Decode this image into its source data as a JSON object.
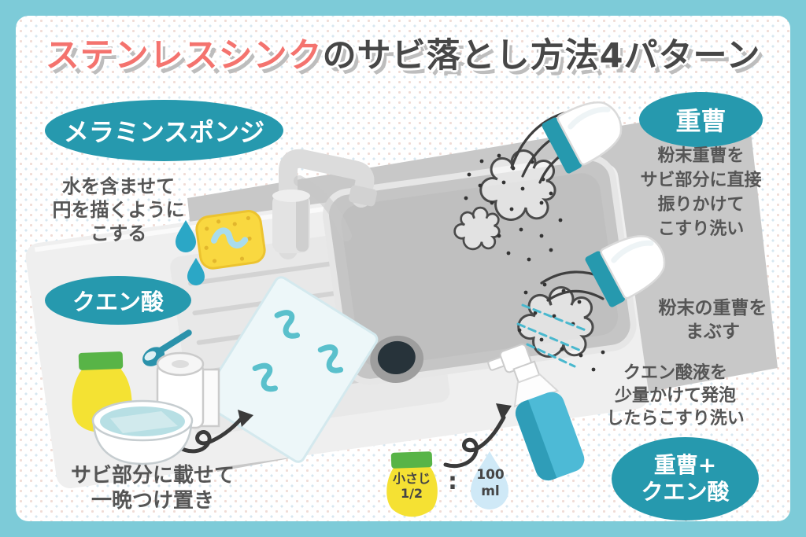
{
  "title": {
    "highlight": "ステンレスシンク",
    "rest": "のサビ落とし方法4パターン"
  },
  "badges": {
    "melamine": "メラミンスポンジ",
    "citric": "クエン酸",
    "soda": "重曹",
    "combo": "重曹+\nクエン酸"
  },
  "notes": {
    "melamine": "水を含ませて\n円を描くように\nこする",
    "citric": "サビ部分に載せて\n一晩つけ置き",
    "soda": "粉末重曹を\nサビ部分に直接\n振りかけて\nこすり洗い",
    "combo_step1": "粉末の重曹を\nまぶす",
    "combo_step2": "クエン酸液を\n少量かけて発泡\nしたらこすり洗い"
  },
  "ratio": {
    "teaspoon": "小さじ\n1/2",
    "separator": ":",
    "water": "100\nml"
  },
  "colors": {
    "frame": "#7dcbd8",
    "badge_teal": "#2699ae",
    "title_highlight": "#f4736e",
    "title_text": "#474747",
    "body_text": "#555555",
    "panel_dark": "#c8c8c8",
    "counter_light": "#efefef",
    "accent_teal": "#2ba7c6",
    "sponge_yellow": "#f9d840",
    "bag_yellow": "#f5e133",
    "bag_green": "#58b447",
    "water_drop_blue": "#cfe9f7"
  }
}
